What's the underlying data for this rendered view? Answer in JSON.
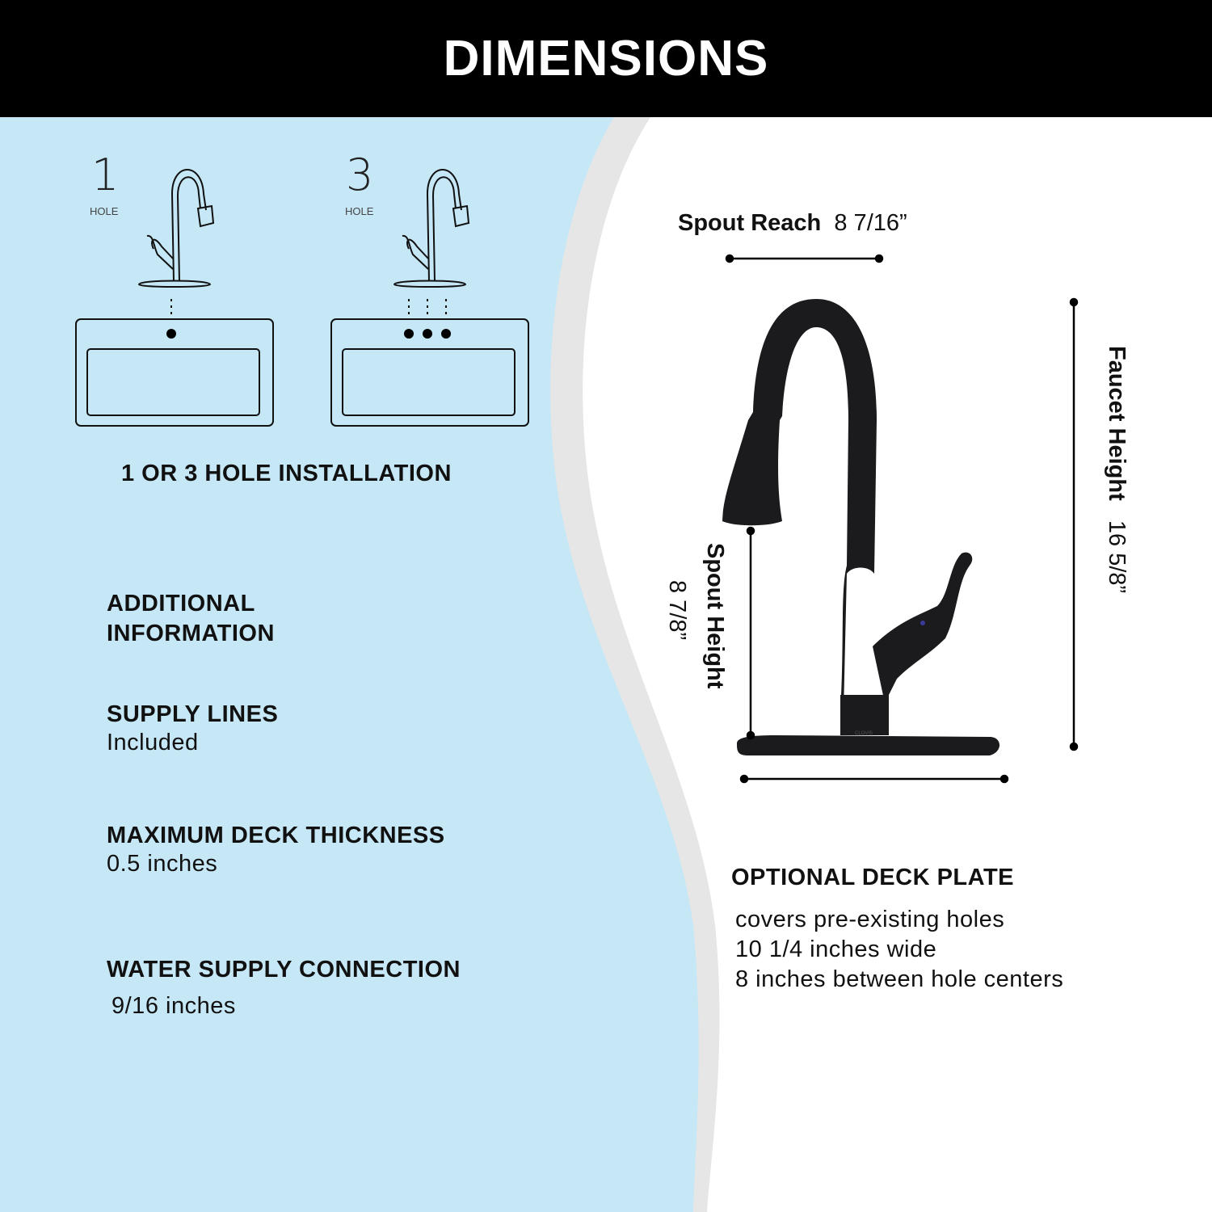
{
  "header": {
    "title": "DIMENSIONS"
  },
  "installation": {
    "options": [
      {
        "number": "1",
        "label": "HOLE"
      },
      {
        "number": "3",
        "label": "HOLE"
      }
    ],
    "caption": "1 OR 3 HOLE INSTALLATION"
  },
  "additional_info": {
    "heading_line1": "ADDITIONAL",
    "heading_line2": "INFORMATION",
    "items": [
      {
        "label": "SUPPLY LINES",
        "value": "Included"
      },
      {
        "label": "MAXIMUM DECK THICKNESS",
        "value": "0.5 inches"
      },
      {
        "label": "WATER SUPPLY CONNECTION",
        "value": "9/16 inches"
      }
    ]
  },
  "dimensions": {
    "spout_reach": {
      "label": "Spout Reach",
      "value": "8 7/16”"
    },
    "faucet_height": {
      "label": "Faucet Height",
      "value": "16 5/8”"
    },
    "spout_height": {
      "label": "Spout Height",
      "value": "8 7/8”"
    },
    "brand_mark": "CLOVIS"
  },
  "deck_plate": {
    "heading": "OPTIONAL DECK PLATE",
    "lines": [
      "covers pre-existing holes",
      "10 1/4 inches wide",
      "8 inches between hole centers"
    ]
  },
  "colors": {
    "panel_blue": "#c6e7f6",
    "stripe_gray": "#e6e6e6",
    "header_black": "#000000"
  }
}
